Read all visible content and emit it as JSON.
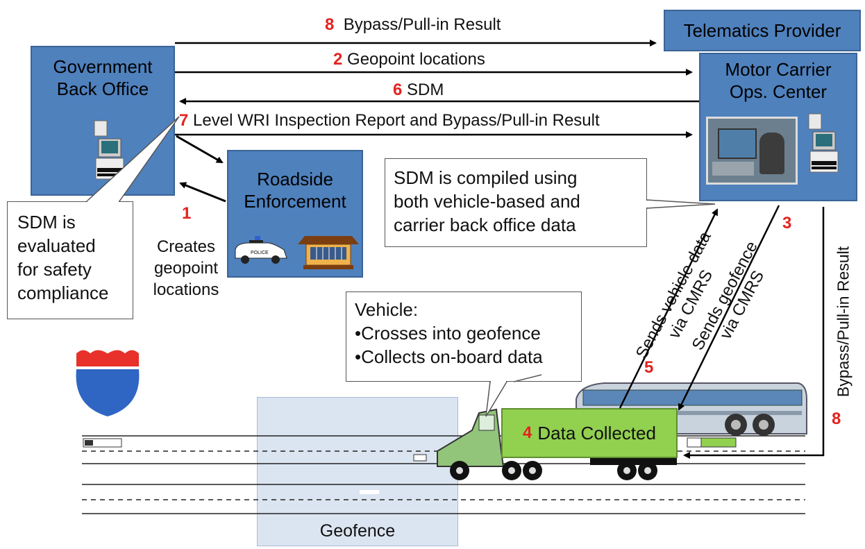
{
  "government_back_office": {
    "line1": "Government",
    "line2": "Back Office"
  },
  "telematics_provider": {
    "label": "Telematics Provider"
  },
  "motor_carrier": {
    "line1": "Motor Carrier",
    "line2": "Ops. Center"
  },
  "roadside": {
    "line1": "Roadside",
    "line2": "Enforcement"
  },
  "police_car": {
    "label": "POLICE"
  },
  "arrows": {
    "a8_top": {
      "num": "8",
      "text": "Bypass/Pull-in Result"
    },
    "a2": {
      "num": "2",
      "text": "Geopoint locations"
    },
    "a6": {
      "num": "6",
      "text": "SDM"
    },
    "a7": {
      "num": "7",
      "text": "Level WRI Inspection Report and Bypass/Pull-in Result"
    },
    "a1": {
      "num": "1",
      "lines": [
        "Creates",
        "geopoint",
        "locations"
      ]
    },
    "a3": {
      "num": "3"
    },
    "a5": {
      "num": "5"
    },
    "a8_right": {
      "num": "8",
      "text": "Bypass/Pull-in Result"
    },
    "vehicle_data": {
      "line1": "Sends vehicle data",
      "line2": "via CMRS"
    },
    "geofence_send": {
      "line1": "Sends geofence",
      "line2": "via CMRS"
    }
  },
  "callouts": {
    "sdm_eval": {
      "lines": [
        "SDM is",
        "evaluated",
        "for safety",
        "compliance"
      ]
    },
    "sdm_compiled": {
      "lines": [
        "SDM is compiled using",
        "both vehicle-based and",
        "carrier back office data"
      ]
    },
    "vehicle": {
      "lines": [
        "Vehicle:",
        "•Crosses into geofence",
        "•Collects on-board data"
      ]
    }
  },
  "data_collected": {
    "num": "4",
    "text": "Data Collected"
  },
  "geofence": {
    "label": "Geofence"
  },
  "colors": {
    "box_blue": "#4f81bd",
    "number_red": "#e3231f",
    "data_green": "#92d050",
    "geofence_blue": "#dbe5f1"
  }
}
